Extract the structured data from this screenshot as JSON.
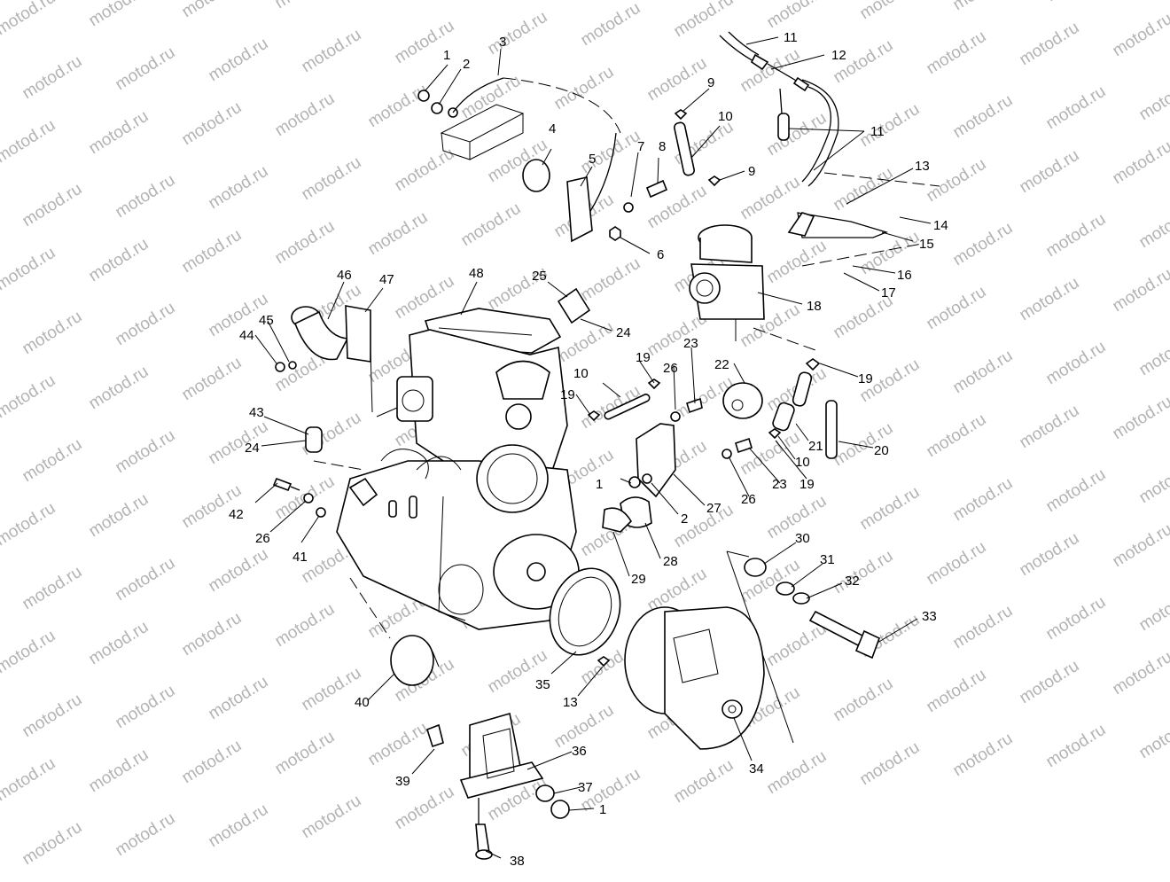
{
  "watermark": {
    "text": "motod.ru",
    "color": "#b3b3b3"
  },
  "diagram": {
    "type": "exploded-parts-view",
    "callouts": [
      {
        "id": "c1a",
        "label": "1"
      },
      {
        "id": "c2a",
        "label": "2"
      },
      {
        "id": "c3",
        "label": "3"
      },
      {
        "id": "c4",
        "label": "4"
      },
      {
        "id": "c5",
        "label": "5"
      },
      {
        "id": "c6",
        "label": "6"
      },
      {
        "id": "c7",
        "label": "7"
      },
      {
        "id": "c8",
        "label": "8"
      },
      {
        "id": "c9a",
        "label": "9"
      },
      {
        "id": "c9b",
        "label": "9"
      },
      {
        "id": "c10a",
        "label": "10"
      },
      {
        "id": "c11a",
        "label": "11"
      },
      {
        "id": "c11b",
        "label": "11"
      },
      {
        "id": "c12",
        "label": "12"
      },
      {
        "id": "c13a",
        "label": "13"
      },
      {
        "id": "c14",
        "label": "14"
      },
      {
        "id": "c15",
        "label": "15"
      },
      {
        "id": "c16",
        "label": "16"
      },
      {
        "id": "c17",
        "label": "17"
      },
      {
        "id": "c18",
        "label": "18"
      },
      {
        "id": "c19a",
        "label": "19"
      },
      {
        "id": "c19b",
        "label": "19"
      },
      {
        "id": "c19c",
        "label": "19"
      },
      {
        "id": "c19d",
        "label": "19"
      },
      {
        "id": "c20",
        "label": "20"
      },
      {
        "id": "c21",
        "label": "21"
      },
      {
        "id": "c22",
        "label": "22"
      },
      {
        "id": "c23a",
        "label": "23"
      },
      {
        "id": "c23b",
        "label": "23"
      },
      {
        "id": "c24a",
        "label": "24"
      },
      {
        "id": "c24b",
        "label": "24"
      },
      {
        "id": "c25",
        "label": "25"
      },
      {
        "id": "c26a",
        "label": "26"
      },
      {
        "id": "c26b",
        "label": "26"
      },
      {
        "id": "c26c",
        "label": "26"
      },
      {
        "id": "c27",
        "label": "27"
      },
      {
        "id": "c28",
        "label": "28"
      },
      {
        "id": "c29",
        "label": "29"
      },
      {
        "id": "c30",
        "label": "30"
      },
      {
        "id": "c31",
        "label": "31"
      },
      {
        "id": "c32",
        "label": "32"
      },
      {
        "id": "c33",
        "label": "33"
      },
      {
        "id": "c34",
        "label": "34"
      },
      {
        "id": "c35",
        "label": "35"
      },
      {
        "id": "c36",
        "label": "36"
      },
      {
        "id": "c37",
        "label": "37"
      },
      {
        "id": "c38",
        "label": "38"
      },
      {
        "id": "c39",
        "label": "39"
      },
      {
        "id": "c40",
        "label": "40"
      },
      {
        "id": "c41",
        "label": "41"
      },
      {
        "id": "c42",
        "label": "42"
      },
      {
        "id": "c43",
        "label": "43"
      },
      {
        "id": "c44",
        "label": "44"
      },
      {
        "id": "c45",
        "label": "45"
      },
      {
        "id": "c46",
        "label": "46"
      },
      {
        "id": "c47",
        "label": "47"
      },
      {
        "id": "c48",
        "label": "48"
      },
      {
        "id": "c1b",
        "label": "1"
      },
      {
        "id": "c2b",
        "label": "2"
      },
      {
        "id": "c10b",
        "label": "10"
      },
      {
        "id": "c10c",
        "label": "10"
      },
      {
        "id": "c1c",
        "label": "1"
      },
      {
        "id": "c13b",
        "label": "13"
      }
    ]
  }
}
